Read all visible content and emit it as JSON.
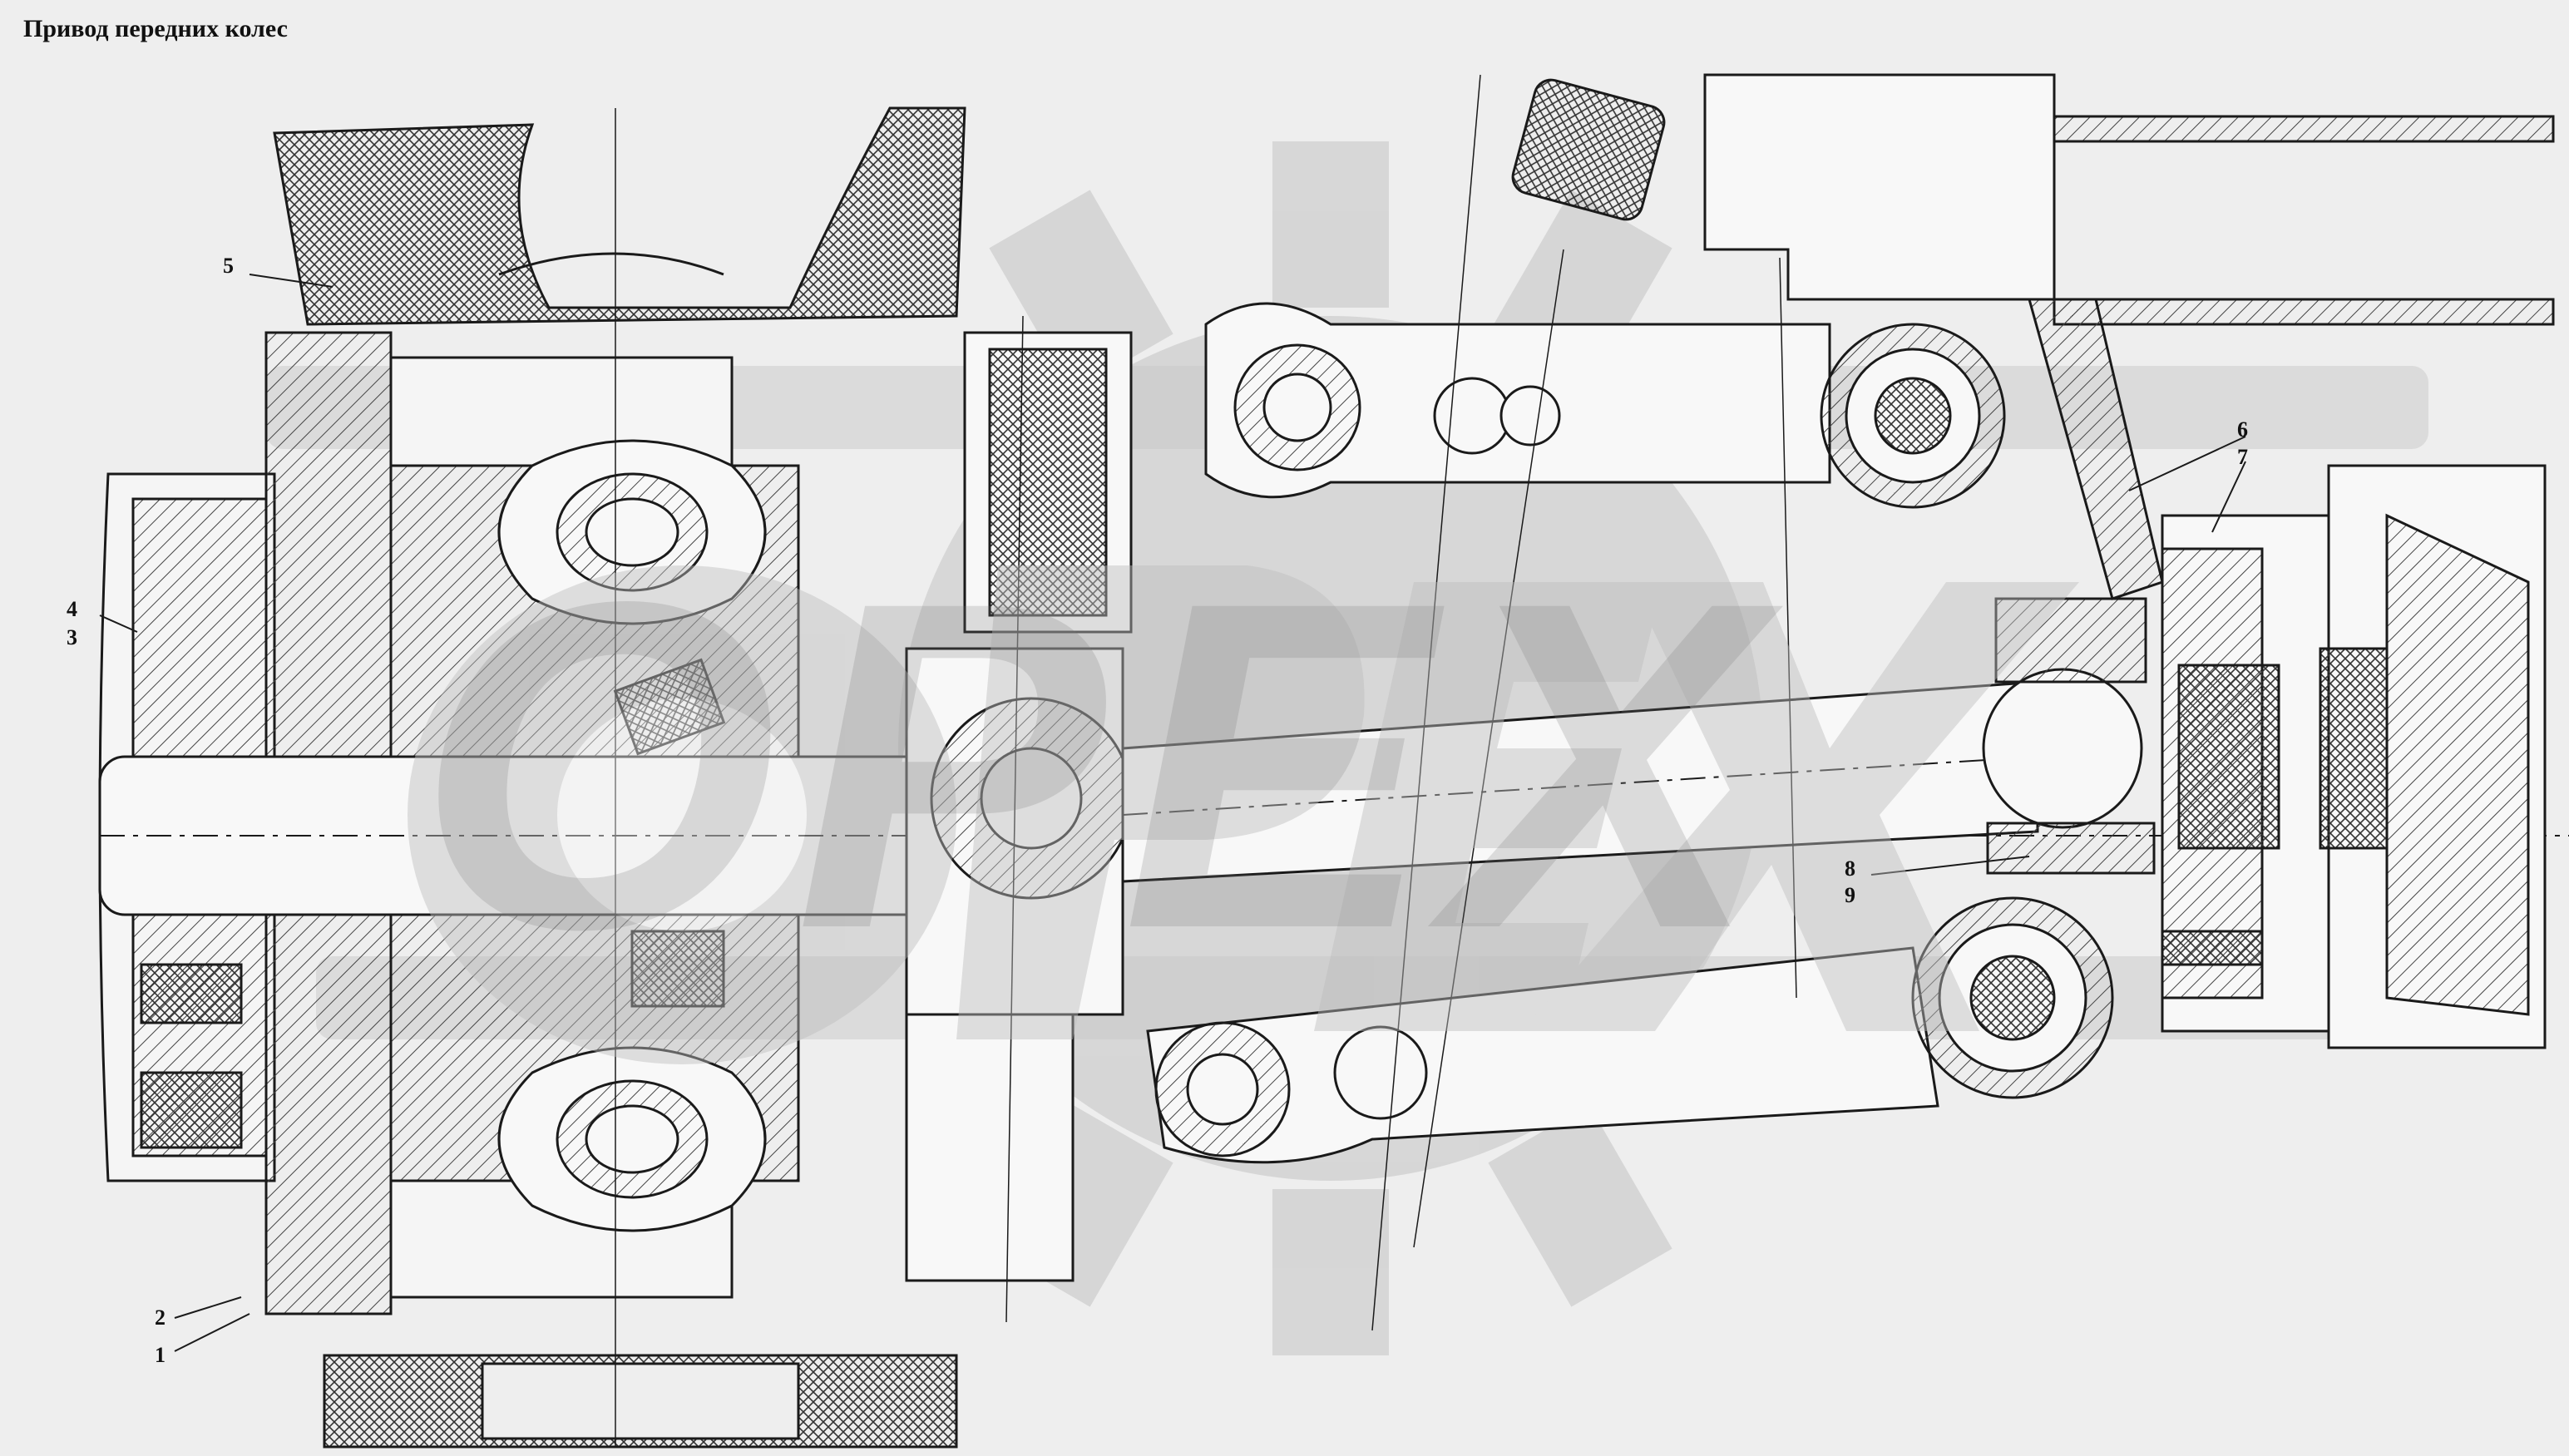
{
  "title": "Привод передних колес",
  "watermark": "OPEX",
  "callouts": [
    {
      "id": "5",
      "text": "5"
    },
    {
      "id": "4",
      "text": "4"
    },
    {
      "id": "3",
      "text": "3"
    },
    {
      "id": "2",
      "text": "2"
    },
    {
      "id": "1",
      "text": "1"
    },
    {
      "id": "6",
      "text": "6"
    },
    {
      "id": "7",
      "text": "7"
    },
    {
      "id": "8",
      "text": "8"
    },
    {
      "id": "9",
      "text": "9"
    }
  ],
  "colors": {
    "background": "#eeeeee",
    "line": "#1a1a1a",
    "hatch": "#444444",
    "watermark": "#b8b8b8"
  }
}
